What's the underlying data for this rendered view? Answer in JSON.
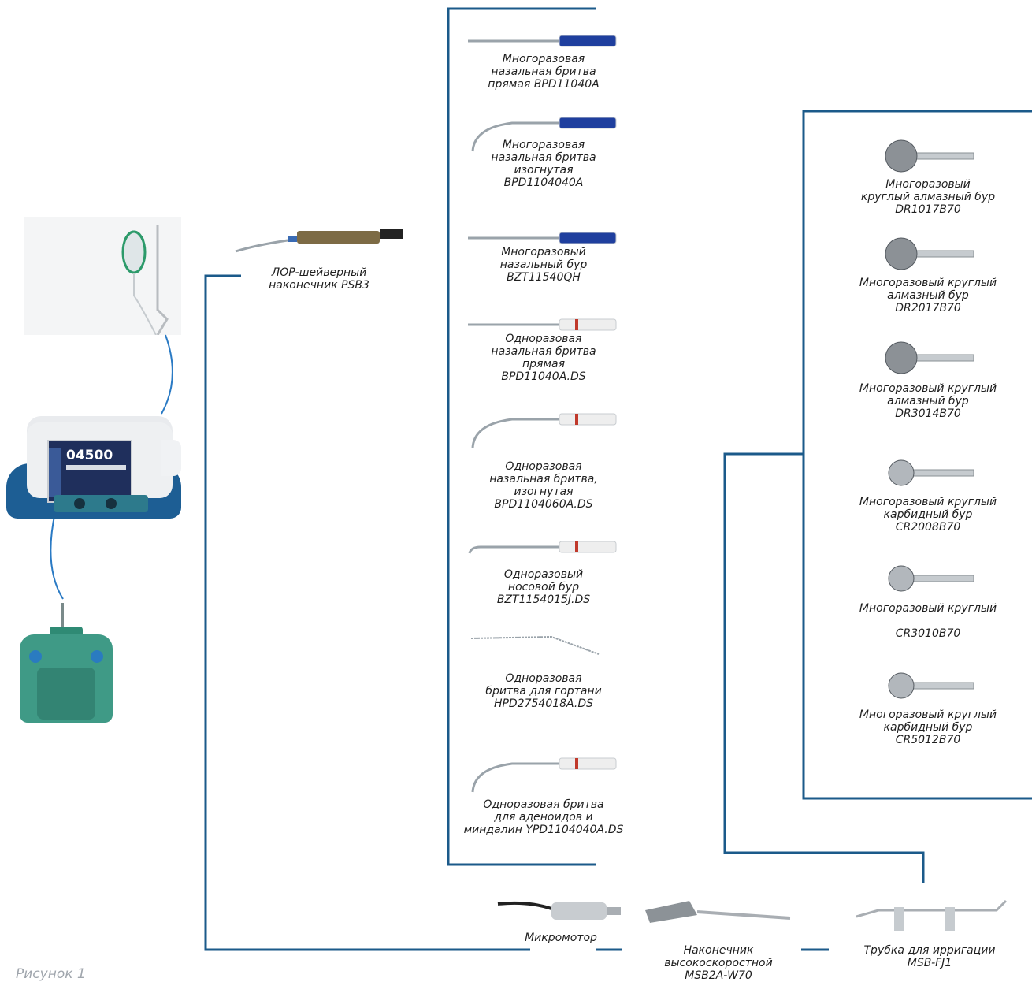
{
  "caption": "Рисунок 1",
  "colors": {
    "line": "#1b5a8a",
    "device": "#1d5e94",
    "steel": "#9aa3aa",
    "blue_handle": "#1f3f9e",
    "white_handle": "#eeeeee",
    "red_band": "#c0392b",
    "pedal": "#3f9a86"
  },
  "console": {
    "display_value": "04500"
  },
  "handpiece": {
    "lines": [
      "ЛОР-шейверный",
      "наконечник PSB3"
    ]
  },
  "blades": [
    {
      "lines": [
        "Многоразовая",
        "назальная бритва",
        "прямая BPD11040A"
      ]
    },
    {
      "lines": [
        "Многоразовая",
        "назальная бритва",
        "изогнутая",
        "BPD1104040A"
      ]
    },
    {
      "lines": [
        "Многоразовый",
        "назальный бур",
        "BZT11540QH"
      ]
    },
    {
      "lines": [
        "Одноразовая",
        "назальная бритва",
        "прямая",
        "BPD11040A.DS"
      ]
    },
    {
      "lines": [
        "Одноразовая",
        "назальная бритва,",
        "изогнутая",
        "BPD1104060A.DS"
      ]
    },
    {
      "lines": [
        "Одноразовый",
        "носовой бур",
        "BZT1154015J.DS"
      ]
    },
    {
      "lines": [
        "Одноразовая",
        "бритва для гортани",
        "HPD2754018A.DS"
      ]
    },
    {
      "lines": [
        "Одноразовая бритва",
        "для аденоидов и",
        "миндалин YPD1104040A.DS"
      ]
    }
  ],
  "burs": [
    {
      "lines": [
        "Многоразовый",
        "круглый алмазный бур",
        "DR1017B70"
      ]
    },
    {
      "lines": [
        "Многоразовый круглый",
        "алмазный бур",
        "DR2017B70"
      ]
    },
    {
      "lines": [
        "Многоразовый круглый",
        "алмазный бур",
        "DR3014B70"
      ]
    },
    {
      "lines": [
        "Многоразовый круглый",
        "карбидный бур",
        "CR2008B70"
      ]
    },
    {
      "lines": [
        "Многоразовый круглый"
      ]
    },
    {
      "lines": [
        "CR3010B70"
      ]
    },
    {
      "lines": [
        "Многоразовый круглый",
        "карбидный бур",
        "CR5012B70"
      ]
    }
  ],
  "micromotor": {
    "label": "Микромотор"
  },
  "hs_handpiece": {
    "lines": [
      "Наконечник",
      "высокоскоростной",
      "MSB2A-W70"
    ]
  },
  "irrigation": {
    "lines": [
      "Трубка для ирригации",
      "MSB-FJ1"
    ]
  }
}
